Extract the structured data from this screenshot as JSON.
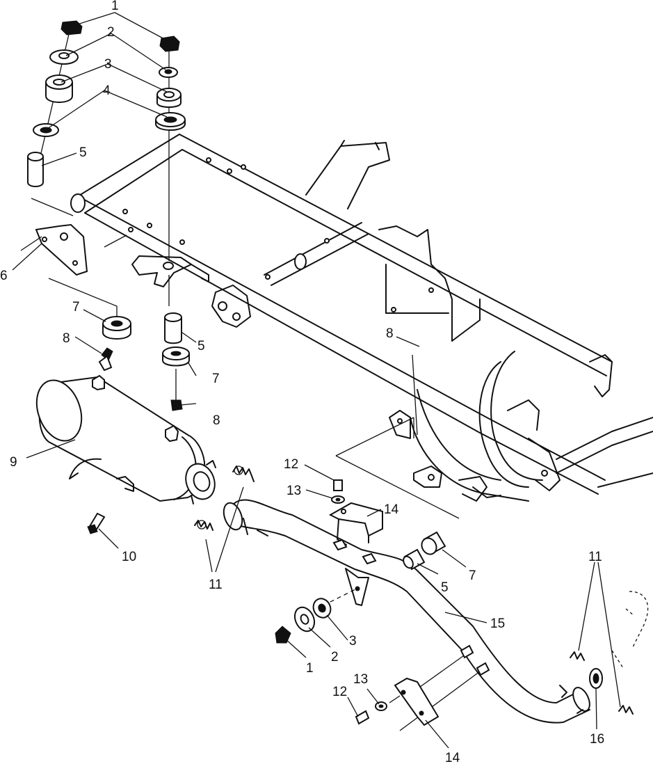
{
  "callouts": [
    {
      "id": "c1a",
      "text": "1"
    },
    {
      "id": "c2a",
      "text": "2"
    },
    {
      "id": "c3a",
      "text": "3"
    },
    {
      "id": "c4a",
      "text": "4"
    },
    {
      "id": "c5a",
      "text": "5"
    },
    {
      "id": "c6",
      "text": "6"
    },
    {
      "id": "c7a",
      "text": "7"
    },
    {
      "id": "c8a",
      "text": "8"
    },
    {
      "id": "c5b",
      "text": "5"
    },
    {
      "id": "c7b",
      "text": "7"
    },
    {
      "id": "c8b",
      "text": "8"
    },
    {
      "id": "c8c",
      "text": "8"
    },
    {
      "id": "c9",
      "text": "9"
    },
    {
      "id": "c10",
      "text": "10"
    },
    {
      "id": "c11a",
      "text": "11"
    },
    {
      "id": "c12a",
      "text": "12"
    },
    {
      "id": "c13a",
      "text": "13"
    },
    {
      "id": "c14a",
      "text": "14"
    },
    {
      "id": "c5c",
      "text": "5"
    },
    {
      "id": "c7c",
      "text": "7"
    },
    {
      "id": "c15",
      "text": "15"
    },
    {
      "id": "c3b",
      "text": "3"
    },
    {
      "id": "c2b",
      "text": "2"
    },
    {
      "id": "c1b",
      "text": "1"
    },
    {
      "id": "c11b",
      "text": "11"
    },
    {
      "id": "c13b",
      "text": "13"
    },
    {
      "id": "c12b",
      "text": "12"
    },
    {
      "id": "c14b",
      "text": "14"
    },
    {
      "id": "c16",
      "text": "16"
    }
  ],
  "parts": [
    "nut",
    "washer",
    "bushing",
    "washer-large",
    "spacer-sleeve",
    "mounting-plate",
    "grommet",
    "bolt",
    "muffler",
    "bolt",
    "spring",
    "bolt",
    "washer",
    "bracket",
    "exhaust-pipe",
    "gasket"
  ],
  "colors": {
    "ink": "#111111",
    "paper": "#ffffff"
  }
}
